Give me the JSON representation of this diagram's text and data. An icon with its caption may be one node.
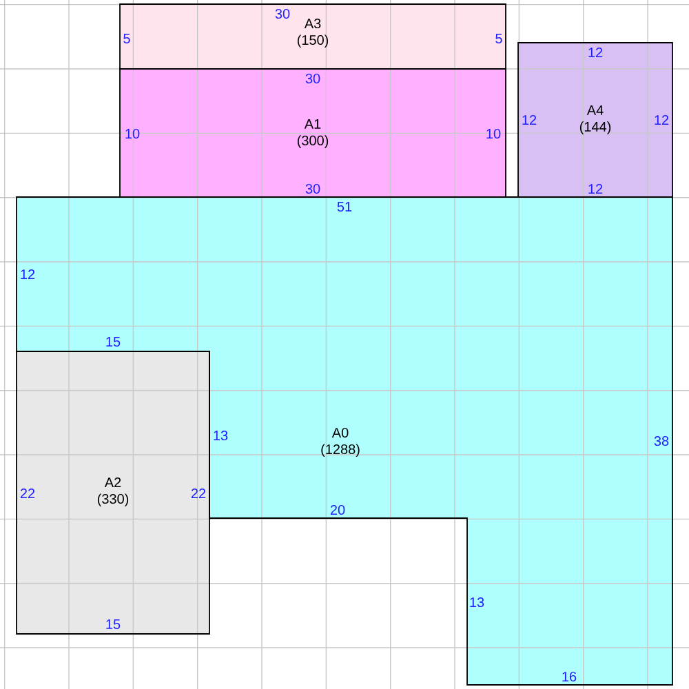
{
  "diagram": {
    "nodes": [
      {
        "text": [
          "A3",
          "(150)"
        ]
      },
      {
        "text": [
          "A1",
          "(300)"
        ]
      },
      {
        "text": [
          "A4",
          "(144)"
        ]
      },
      {
        "text": [
          "A0",
          "(1288)"
        ]
      },
      {
        "text": [
          "A2",
          "(330)"
        ]
      }
    ],
    "labels": [
      "30",
      "5",
      "5",
      "12",
      "30",
      "12",
      "12",
      "10",
      "10",
      "30",
      "12",
      "51",
      "12",
      "15",
      "13",
      "38",
      "22",
      "22",
      "20",
      "13",
      "15",
      "16"
    ]
  }
}
